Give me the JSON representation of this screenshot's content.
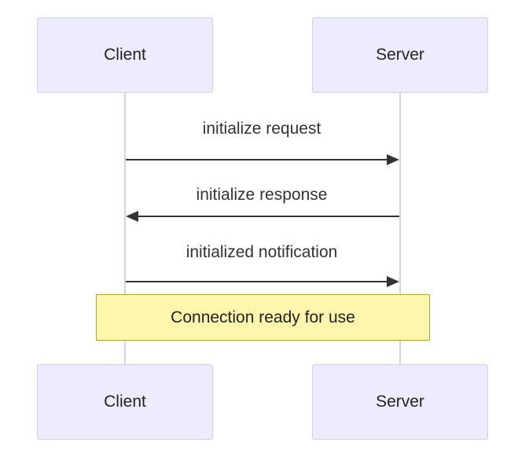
{
  "participants": {
    "client": "Client",
    "server": "Server"
  },
  "messages": [
    {
      "label": "initialize request",
      "from": "Client",
      "to": "Server"
    },
    {
      "label": "initialize response",
      "from": "Server",
      "to": "Client"
    },
    {
      "label": "initialized notification",
      "from": "Client",
      "to": "Server"
    }
  ],
  "note": {
    "text": "Connection ready for use"
  },
  "colors": {
    "actor_fill": "#ECECFF",
    "actor_border": "#CCCCFF",
    "lifeline": "#D6D0EE",
    "arrow": "#333333",
    "note_fill": "#FFF5AD",
    "note_border": "#AAAA33"
  }
}
